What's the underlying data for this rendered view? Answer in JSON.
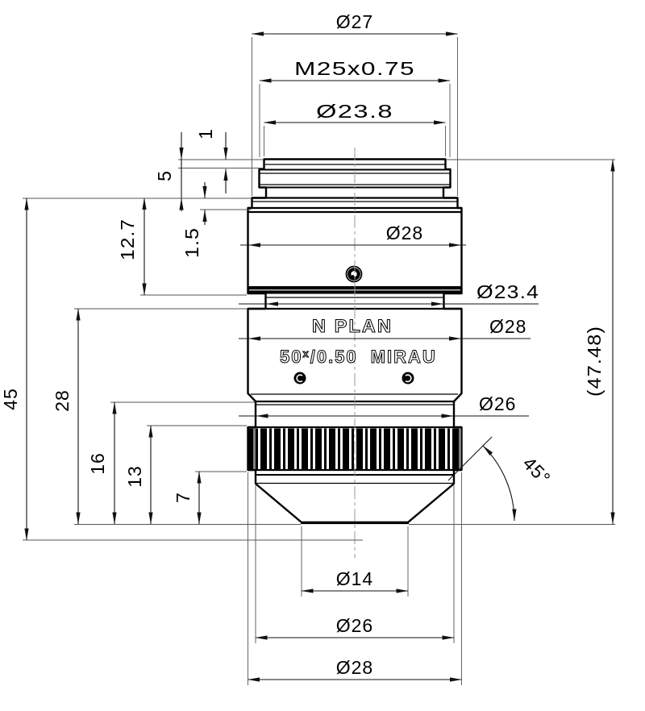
{
  "dimensions": {
    "top_diameter": "Ø27",
    "thread_spec": "M25x0.75",
    "thread_pilot_diameter": "Ø23.8",
    "pilot_height": "1",
    "thread_length": "5",
    "flange_thickness": "1.5",
    "upper_section_length": "12.7",
    "upper_body_diameter": "Ø28",
    "neck_diameter": "Ø23.4",
    "body_diameter": "Ø28",
    "grip_diameter": "Ø26",
    "parfocal_distance": "45",
    "body_to_tip_length": "28",
    "grip_to_tip_length": "16",
    "knurl_top_to_tip_length": "13",
    "knurl_bottom_to_tip_length": "7",
    "overall_length": "(47.48)",
    "cone_angle": "45°",
    "tip_diameter": "Ø14",
    "lower_grip_diameter": "Ø26",
    "knurl_diameter": "Ø28"
  },
  "engraving": {
    "line1": "N PLAN",
    "magnification": "50",
    "mag_exponent": "x",
    "aperture": "/0.50",
    "series": "MIRAU"
  }
}
